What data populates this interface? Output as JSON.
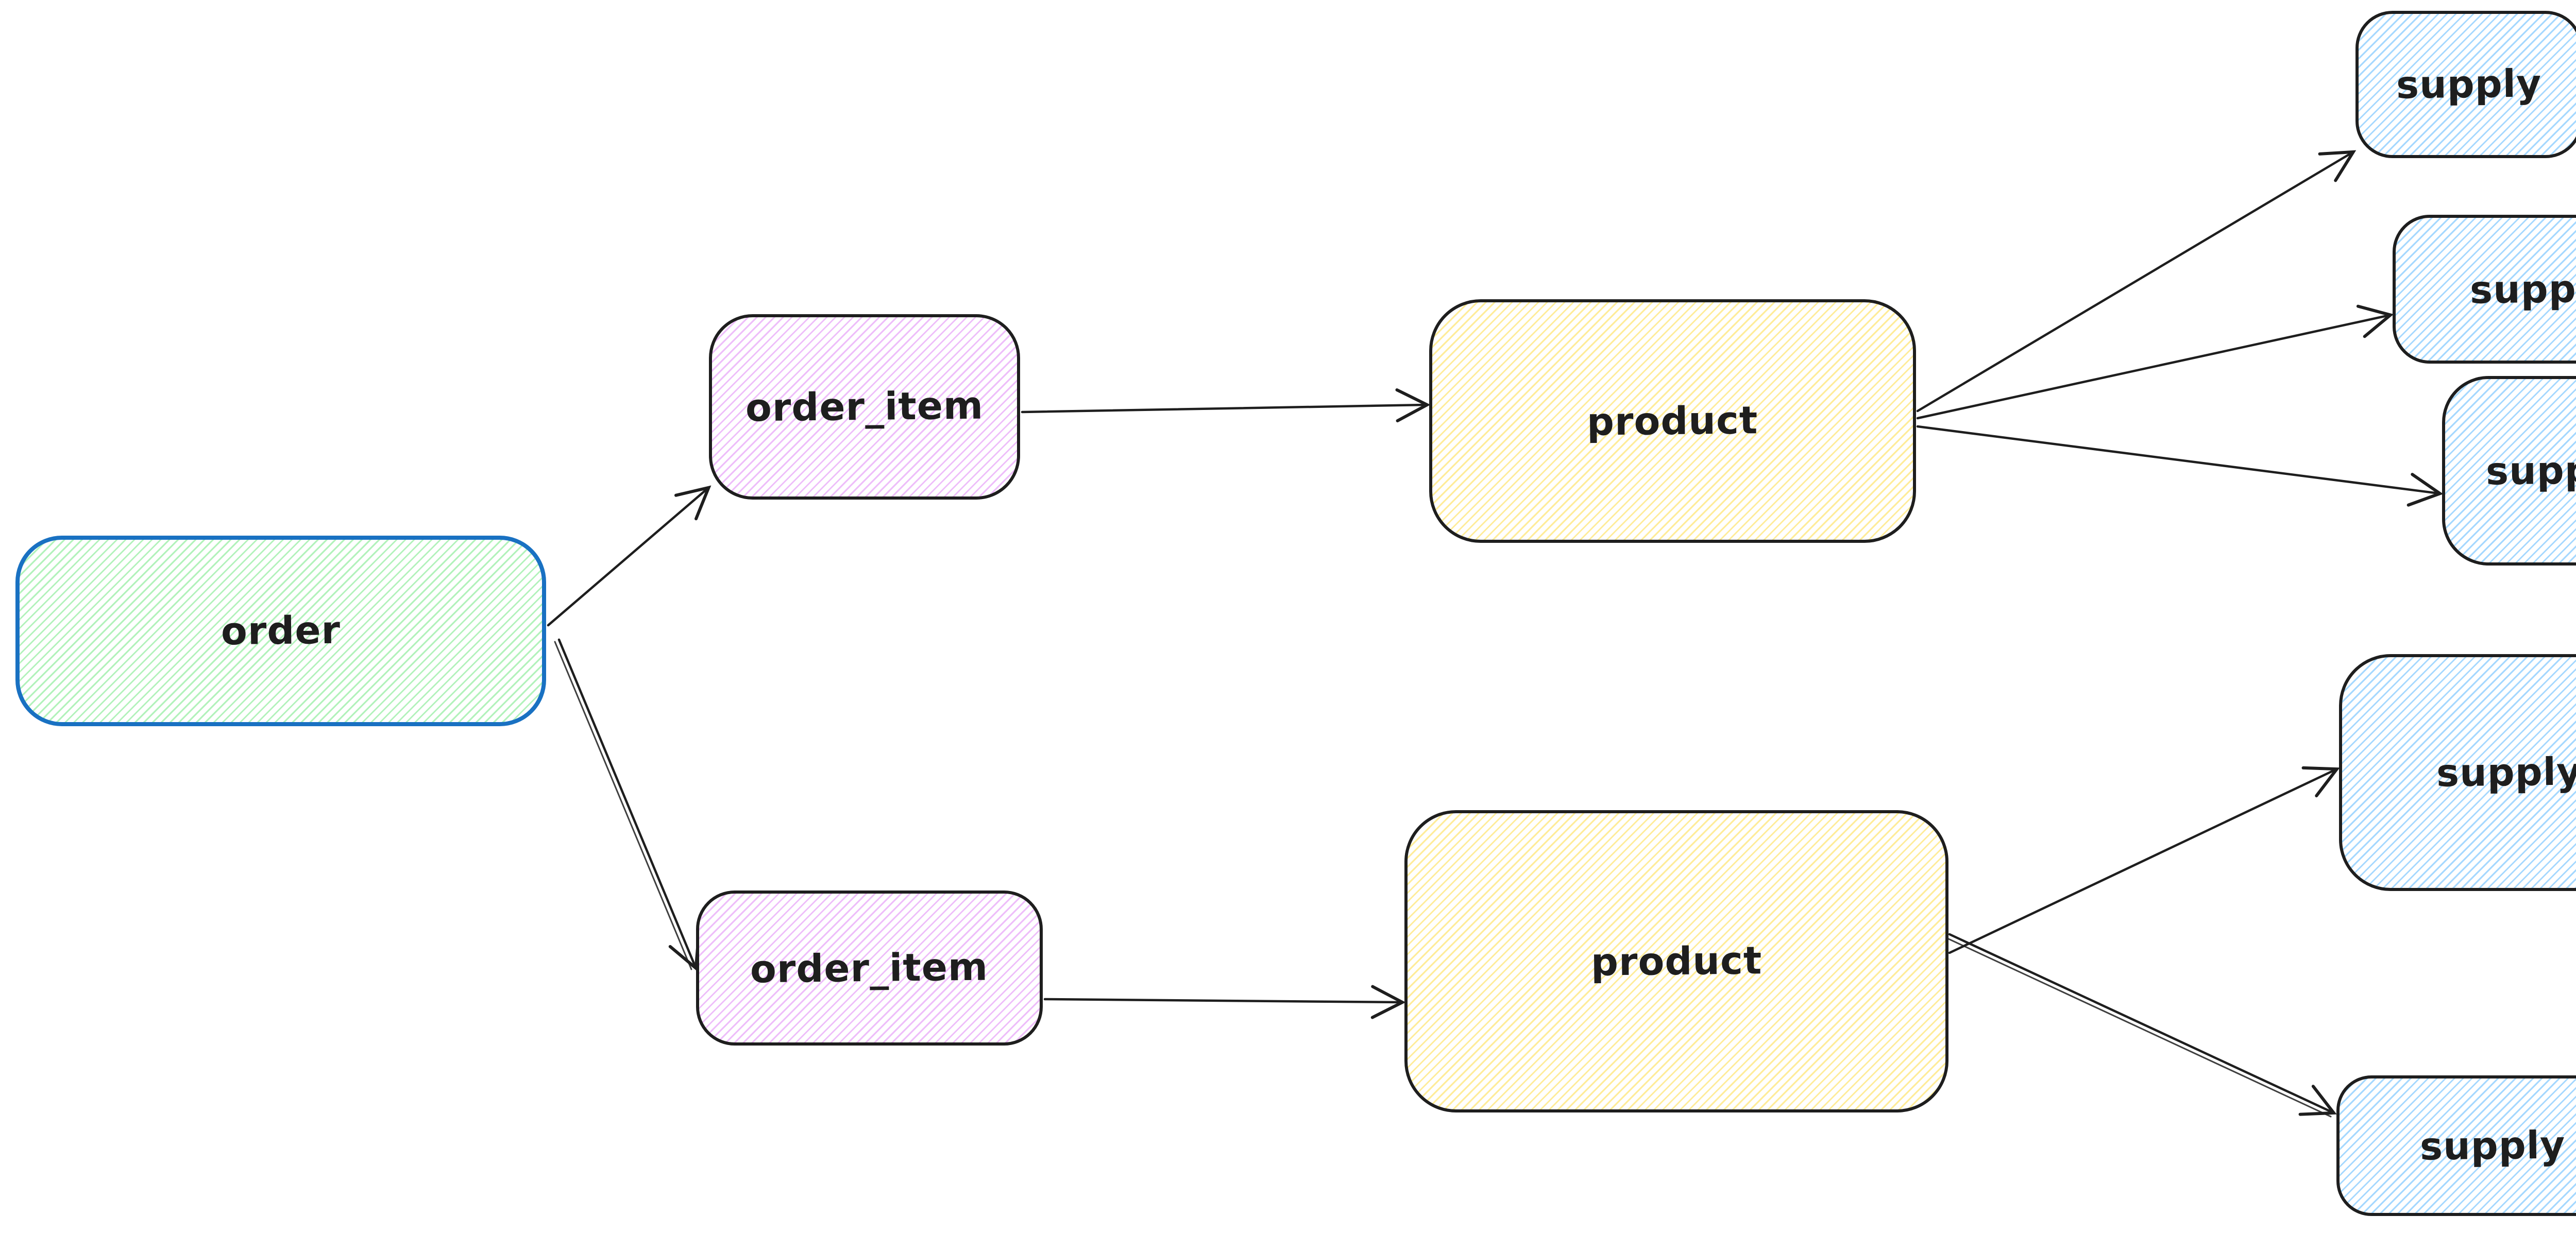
{
  "nodes": [
    {
      "id": "order",
      "label": "order",
      "fill": "#b2f2bb",
      "stroke": "#1971c2"
    },
    {
      "id": "order_item_1",
      "label": "order_item",
      "fill": "#eebefa",
      "stroke": "#1e1e1e"
    },
    {
      "id": "order_item_2",
      "label": "order_item",
      "fill": "#eebefa",
      "stroke": "#1e1e1e"
    },
    {
      "id": "product_1",
      "label": "product",
      "fill": "#ffec99",
      "stroke": "#1e1e1e"
    },
    {
      "id": "product_2",
      "label": "product",
      "fill": "#ffec99",
      "stroke": "#1e1e1e"
    },
    {
      "id": "supply_1",
      "label": "supply",
      "fill": "#a5d8ff",
      "stroke": "#1e1e1e"
    },
    {
      "id": "supply_2",
      "label": "supply",
      "fill": "#a5d8ff",
      "stroke": "#1e1e1e"
    },
    {
      "id": "supply_3",
      "label": "supply",
      "fill": "#a5d8ff",
      "stroke": "#1e1e1e"
    },
    {
      "id": "supply_4",
      "label": "supply",
      "fill": "#a5d8ff",
      "stroke": "#1e1e1e"
    },
    {
      "id": "supply_5",
      "label": "supply",
      "fill": "#a5d8ff",
      "stroke": "#1e1e1e"
    }
  ],
  "edges": [
    {
      "from": "order",
      "to": "order_item_1"
    },
    {
      "from": "order",
      "to": "order_item_2"
    },
    {
      "from": "order_item_1",
      "to": "product_1"
    },
    {
      "from": "order_item_2",
      "to": "product_2"
    },
    {
      "from": "product_1",
      "to": "supply_1"
    },
    {
      "from": "product_1",
      "to": "supply_2"
    },
    {
      "from": "product_1",
      "to": "supply_3"
    },
    {
      "from": "product_2",
      "to": "supply_4"
    },
    {
      "from": "product_2",
      "to": "supply_5"
    }
  ],
  "colors": {
    "background": "#ffffff",
    "arrow": "#1e1e1e",
    "default_stroke": "#1e1e1e",
    "order_stroke": "#1971c2",
    "green_fill": "#b2f2bb",
    "violet_fill": "#eebefa",
    "yellow_fill": "#ffec99",
    "blue_fill": "#a5d8ff",
    "text": "#1e1e1e"
  }
}
